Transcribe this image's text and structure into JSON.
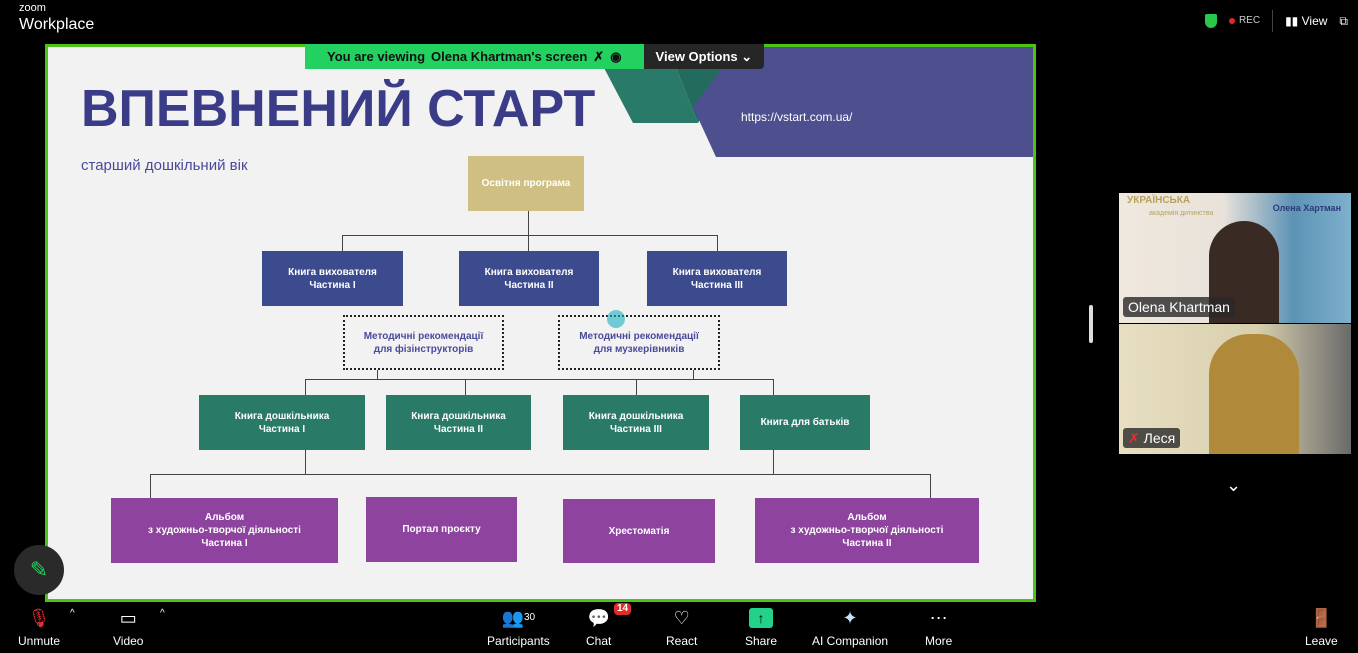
{
  "app": {
    "brand_top": "zoom",
    "brand_bottom": "Workplace",
    "rec": "REC",
    "view": "View"
  },
  "banner": {
    "viewing": "You are viewing",
    "presenter": "Olena Khartman's screen",
    "view_options": "View Options"
  },
  "slide": {
    "title": "ВПЕВНЕНИЙ СТАРТ",
    "subtitle": "старший дошкільний вік",
    "url": "https://vstart.com.ua/",
    "root": "Освітня програма",
    "level1": [
      "Книга вихователя\nЧастина І",
      "Книга вихователя\nЧастина ІІ",
      "Книга вихователя\nЧастина ІІІ"
    ],
    "level2": [
      "Методичні рекомендації\nдля фізінструкторів",
      "Методичні рекомендації\nдля музкерівників"
    ],
    "level3": [
      "Книга дошкільника\nЧастина І",
      "Книга дошкільника\nЧастина ІІ",
      "Книга дошкільника\nЧастина ІІІ",
      "Книга для батьків"
    ],
    "level4": [
      "Альбом\nз художньо-творчої діяльності\nЧастина І",
      "Портал проєкту",
      "Хрестоматія",
      "Альбом\nз художньо-творчої діяльності\nЧастина ІІ"
    ]
  },
  "participants_panel": [
    {
      "name": "Olena Khartman",
      "bg_text_1": "УКРАЇНСЬКА",
      "bg_text_2": "академія дитинства",
      "bg_name": "Олена Хартман"
    },
    {
      "name": "Леся",
      "muted": true
    }
  ],
  "toolbar": {
    "unmute": "Unmute",
    "video": "Video",
    "participants": "Participants",
    "participants_count": "30",
    "chat": "Chat",
    "chat_badge": "14",
    "react": "React",
    "share": "Share",
    "ai": "AI Companion",
    "more": "More",
    "leave": "Leave"
  }
}
